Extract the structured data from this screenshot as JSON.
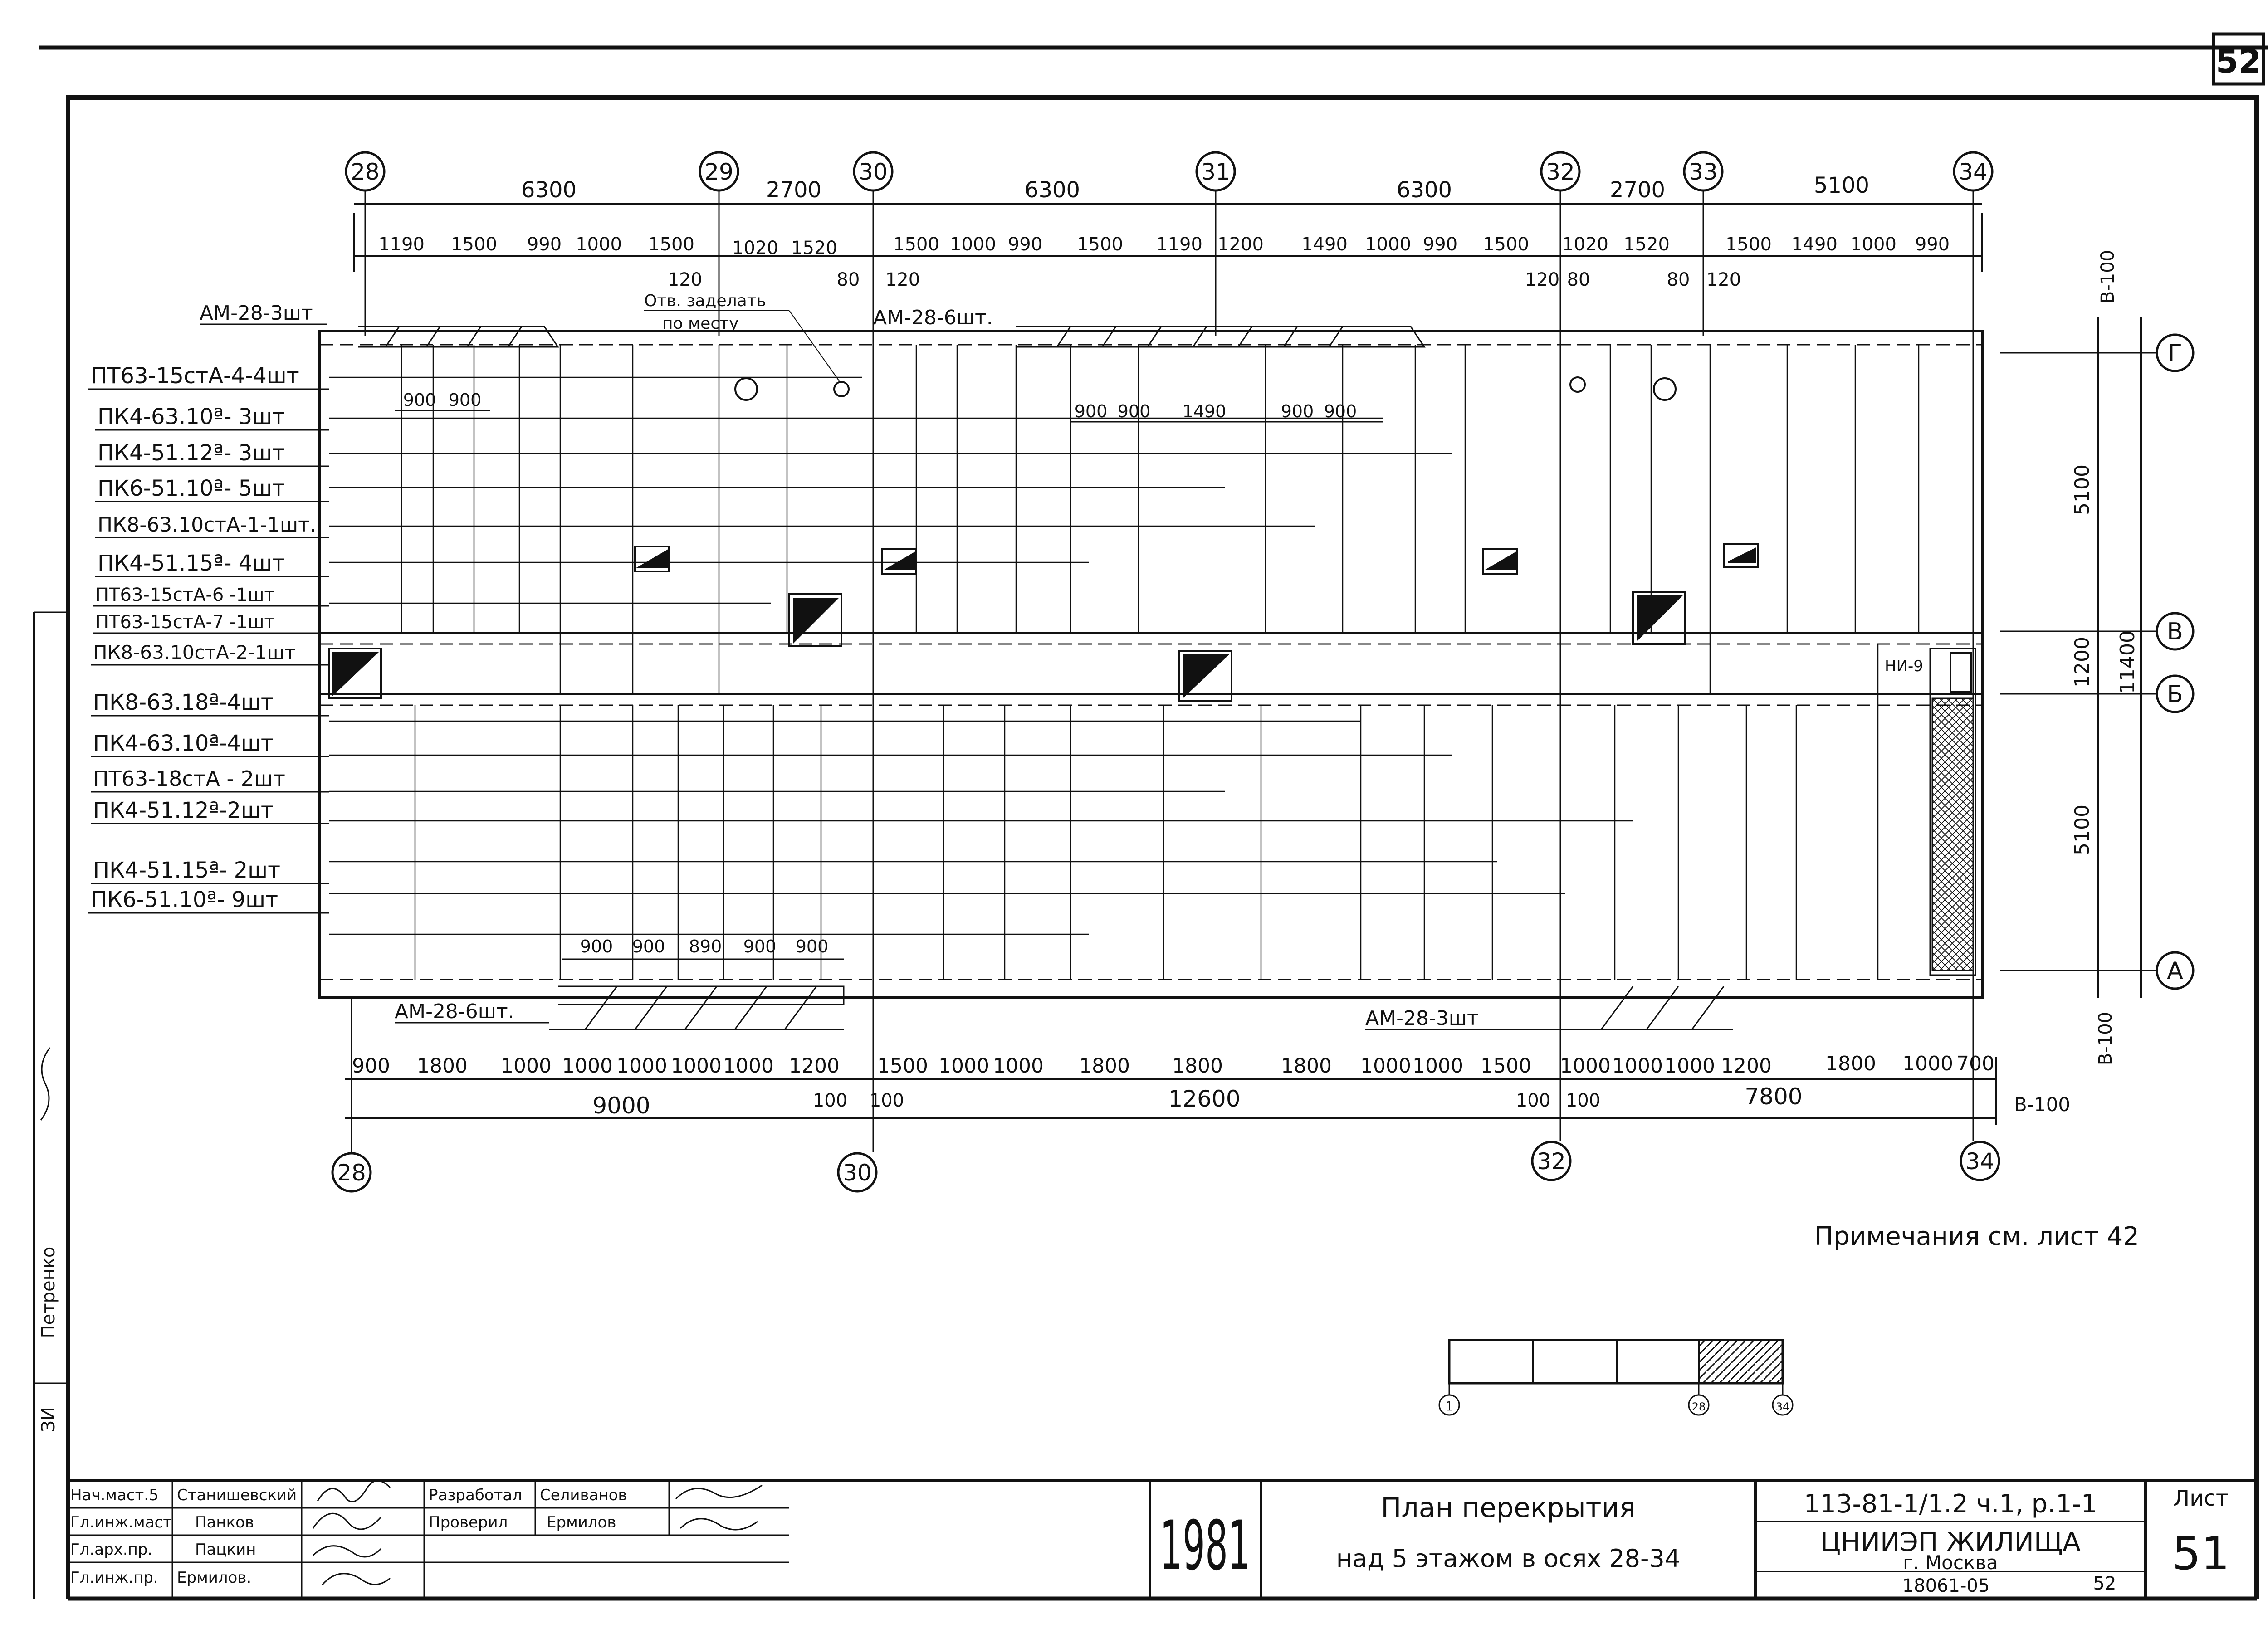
{
  "sheet_corner_number": "52",
  "axes_top": [
    "28",
    "29",
    "30",
    "31",
    "32",
    "33",
    "34"
  ],
  "axes_bottom": [
    "28",
    "30",
    "32",
    "34"
  ],
  "axes_right": [
    "Г",
    "В",
    "Б",
    "А"
  ],
  "top_dims_row1": [
    "6300",
    "2700",
    "6300",
    "6300",
    "2700",
    "5100"
  ],
  "top_dims_row2": [
    "1190",
    "1500",
    "990",
    "1000",
    "1500",
    "1020",
    "1520",
    "1500",
    "1000",
    "990",
    "1500",
    "1190",
    "1200",
    "1490",
    "1000",
    "990",
    "1500",
    "1020",
    "1520",
    "1500",
    "1490",
    "1000",
    "990"
  ],
  "top_small": [
    "120",
    "80",
    "120",
    "120",
    "80",
    "80",
    "120"
  ],
  "bottom_dims_row1": [
    "900",
    "1800",
    "1000",
    "1000",
    "1000",
    "1000",
    "1000",
    "1200",
    "1500",
    "1000",
    "1000",
    "1800",
    "1800",
    "1800",
    "1000",
    "1000",
    "1500",
    "1000",
    "1000",
    "1000",
    "1200",
    "1800",
    "1000",
    "700"
  ],
  "bottom_small": [
    "100",
    "100",
    "100",
    "100"
  ],
  "bottom_dims_row2": [
    "9000",
    "12600",
    "7800"
  ],
  "bottom_extra": "В-100",
  "right_dims": [
    "5100",
    "1200",
    "5100"
  ],
  "right_total": "11400",
  "right_vdims": [
    "В-100",
    "В-100"
  ],
  "mid_dims_top": [
    "900",
    "900"
  ],
  "mid_dims_center": [
    "900",
    "900",
    "1490",
    "900",
    "900"
  ],
  "mid_dims_bottom": [
    "900",
    "900",
    "890",
    "900",
    "900"
  ],
  "mark_upper_left": "АМ-28-3шт",
  "mark_upper_mid": "АМ-28-6шт.",
  "mark_lower_left": "АМ-28-6шт.",
  "mark_lower_right": "АМ-28-3шт",
  "note_hole_line1": "Отв. заделать",
  "note_hole_line2": "по месту",
  "ni_mark": "НИ-9",
  "panel_labels": [
    "ПТ63-15стА-4-4шт",
    "ПК4-63.10ª- 3шт",
    "ПК4-51.12ª- 3шт",
    "ПК6-51.10ª- 5шт",
    "ПК8-63.10стА-1-1шт.",
    "ПК4-51.15ª- 4шт",
    "ПТ63-15стА-6 -1шт",
    "ПТ63-15стА-7 -1шт",
    "ПК8-63.10стА-2-1шт",
    "ПК8-63.18ª-4шт",
    "ПК4-63.10ª-4шт",
    "ПТ63-18стА - 2шт",
    "ПК4-51.12ª-2шт",
    "ПК4-51.15ª- 2шт",
    "ПК6-51.10ª- 9шт"
  ],
  "note": "Примечания см. лист 42",
  "key_plan_labels": [
    "1",
    "28",
    "34"
  ],
  "side_stamp": [
    "Петренко",
    "ЗИ"
  ],
  "title_block": {
    "roles": [
      "Нач.маст.5",
      "Гл.инж.маст",
      "Гл.арх.пр.",
      "Гл.инж.пр."
    ],
    "names": [
      "Станишевский",
      "Панков",
      "Пацкин",
      "Ермилов."
    ],
    "roles2": [
      "Разработал",
      "Проверил"
    ],
    "names2": [
      "Селиванов",
      "Ермилов"
    ],
    "year": "1981",
    "title_line1": "План перекрытия",
    "title_line2": "над 5 этажом в осях 28-34",
    "code": "113-81-1/1.2  ч.1, р.1-1",
    "org_line1": "ЦНИИЭП ЖИЛИЩА",
    "org_line2": "г. Москва",
    "sheet_label": "Лист",
    "sheet_number": "51",
    "bottom_code": "18061-05",
    "bottom_page": "52"
  }
}
